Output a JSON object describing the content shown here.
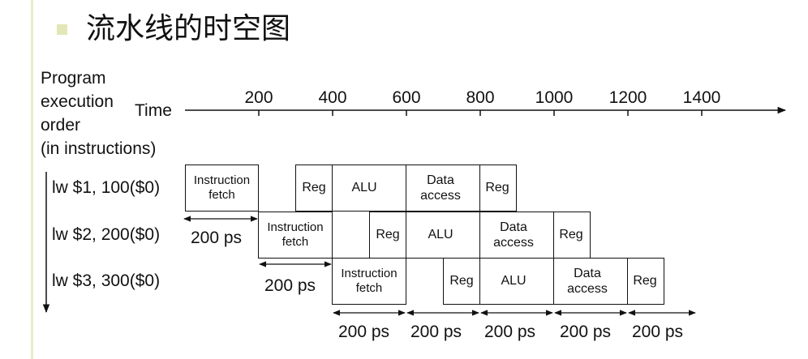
{
  "title": "流水线的时空图",
  "order_label": [
    "Program",
    "execution",
    "order",
    "(in instructions)"
  ],
  "time_label": "Time",
  "ticks": [
    "200",
    "400",
    "600",
    "800",
    "1000",
    "1200",
    "1400"
  ],
  "instructions": [
    "lw  $1, 100($0)",
    "lw  $2, 200($0)",
    "lw  $3, 300($0)"
  ],
  "stages": {
    "fetch_line1": "Instruction",
    "fetch_line2": "fetch",
    "reg": "Reg",
    "alu": "ALU",
    "data_line1": "Data",
    "data_line2": "access"
  },
  "ps_label": "200 ps"
}
